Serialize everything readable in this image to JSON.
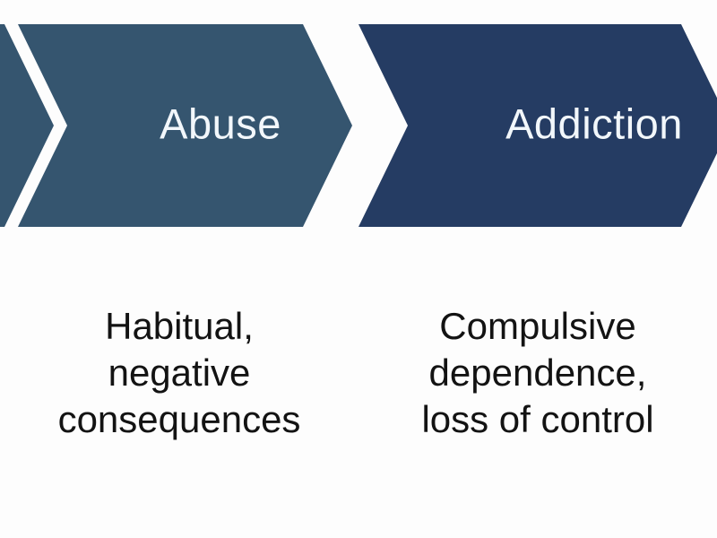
{
  "diagram": {
    "type": "chevron-process-flow",
    "background_color": "#fdfdfd",
    "stages": [
      {
        "id": "abuse",
        "label": "Abuse",
        "fill_color": "#35556f",
        "label_color": "#f2f7fb",
        "caption_lines": [
          "Habitual,",
          "negative",
          "consequences"
        ],
        "caption_color": "#131313"
      },
      {
        "id": "addiction",
        "label": "Addiction",
        "fill_color": "#253c63",
        "label_color": "#f2f7fb",
        "caption_lines": [
          "Compulsive",
          "dependence,",
          "loss of control"
        ],
        "caption_color": "#131313"
      }
    ],
    "partial_stage_left": {
      "id": "previous-stage-partial",
      "label": "",
      "fill_color": "#35556f"
    }
  }
}
